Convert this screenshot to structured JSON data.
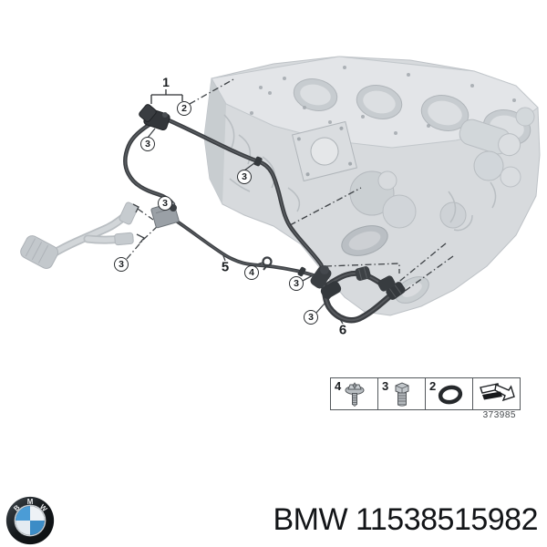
{
  "diagram": {
    "description": "BMW engine cooling hose parts diagram",
    "callouts": [
      {
        "label": "1",
        "style": "plain"
      },
      {
        "label": "2",
        "style": "circled"
      },
      {
        "label": "3",
        "style": "circled"
      },
      {
        "label": "3",
        "style": "circled"
      },
      {
        "label": "3",
        "style": "circled"
      },
      {
        "label": "3",
        "style": "circled"
      },
      {
        "label": "3",
        "style": "circled"
      },
      {
        "label": "3",
        "style": "circled"
      },
      {
        "label": "4",
        "style": "circled"
      },
      {
        "label": "5",
        "style": "plain"
      },
      {
        "label": "6",
        "style": "plain"
      }
    ],
    "legend": {
      "cells": [
        {
          "number": "4",
          "icon": "torx-screw-icon"
        },
        {
          "number": "3",
          "icon": "hex-bolt-icon"
        },
        {
          "number": "2",
          "icon": "o-ring-icon"
        },
        {
          "number": "",
          "icon": "direction-arrow-icon"
        }
      ],
      "figure_number": "373985"
    }
  },
  "footer": {
    "brand": "BMW",
    "part_number": "11538515982",
    "logo": {
      "letters": [
        "B",
        "M",
        "W"
      ]
    }
  },
  "colors": {
    "background": "#ffffff",
    "engine_ghost": "#d3d7da",
    "hose_dark": "#3b3e42",
    "bmw_blue": "#4b9cd6",
    "text": "#131518"
  }
}
